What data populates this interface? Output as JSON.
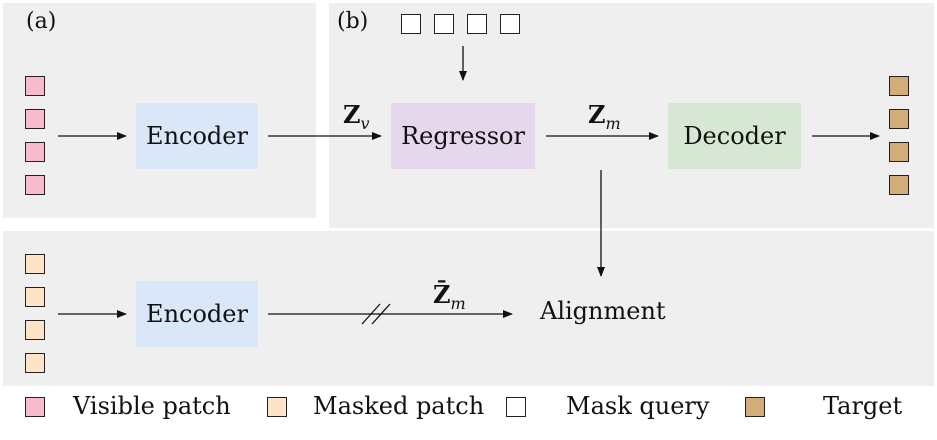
{
  "panels": {
    "a_tag": "(a)",
    "b_tag": "(b)"
  },
  "boxes": {
    "encoder_top": {
      "label": "Encoder",
      "color": "#dae7f8"
    },
    "regressor": {
      "label": "Regressor",
      "color": "#e5d8ec"
    },
    "decoder": {
      "label": "Decoder",
      "color": "#d6e8d3"
    },
    "encoder_bottom": {
      "label": "Encoder",
      "color": "#dae7f8"
    }
  },
  "math": {
    "zv_main": "Z",
    "zv_sub": "v",
    "zm_main": "Z",
    "zm_sub": "m",
    "zbar_main": "Z̄",
    "zbar_sub": "m"
  },
  "alignment": "Alignment",
  "legend": {
    "visible": "Visible patch",
    "masked": "Masked patch",
    "query": "Mask query",
    "target": "Target"
  },
  "colors": {
    "visible_patch": "#f6bccb",
    "masked_patch": "#fde4c6",
    "mask_query": "#ffffff",
    "target_patch": "#d3ac7b"
  }
}
